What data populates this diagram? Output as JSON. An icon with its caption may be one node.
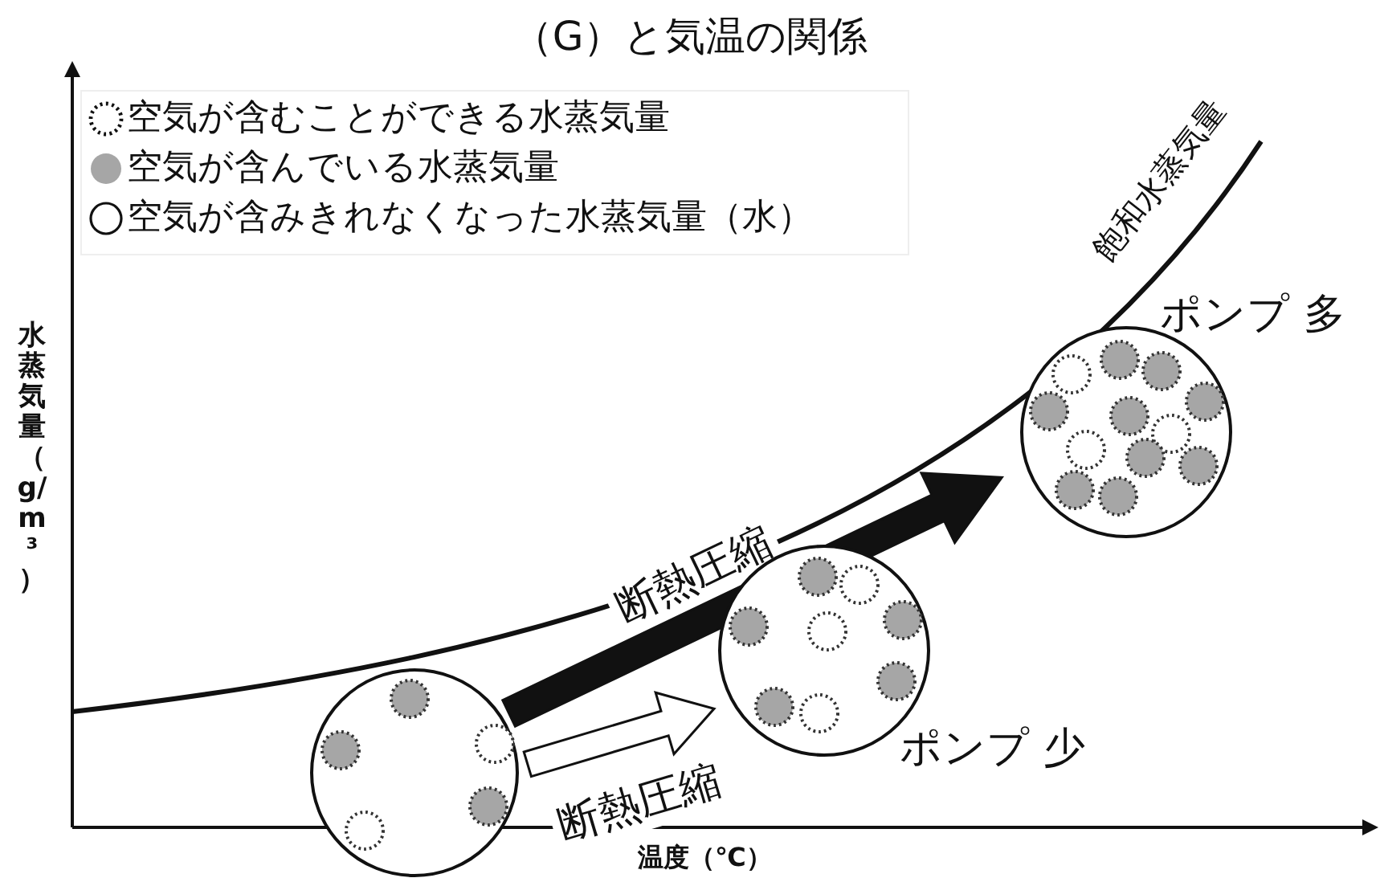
{
  "diagram": {
    "title": "（G）と気温の関係",
    "nodes": [
      {
        "text": [],
        "shape": "circle"
      },
      {
        "text": [],
        "shape": "circle",
        "beside": [
          "ポンプ 少"
        ]
      },
      {
        "text": [],
        "shape": "circle",
        "beside": [
          "ポンプ 多"
        ]
      }
    ],
    "edges": [
      {
        "from": 0,
        "to": 1,
        "arrow": "to",
        "label": "断熱圧縮"
      },
      {
        "from": 0,
        "to": 2,
        "arrow": "to",
        "label": "断熱圧縮",
        "style": "thick"
      }
    ],
    "labels": [
      "飽和水蒸気量",
      "水蒸気量（g/m³）",
      "温度（℃）"
    ],
    "legend": [
      {
        "text": "空気が含むことができる水蒸気量"
      },
      {
        "text": "空気が含んでいる水蒸気量",
        "color": "#a6a6a6"
      },
      {
        "text": "空気が含みきれなくなった水蒸気量（水）"
      }
    ]
  }
}
